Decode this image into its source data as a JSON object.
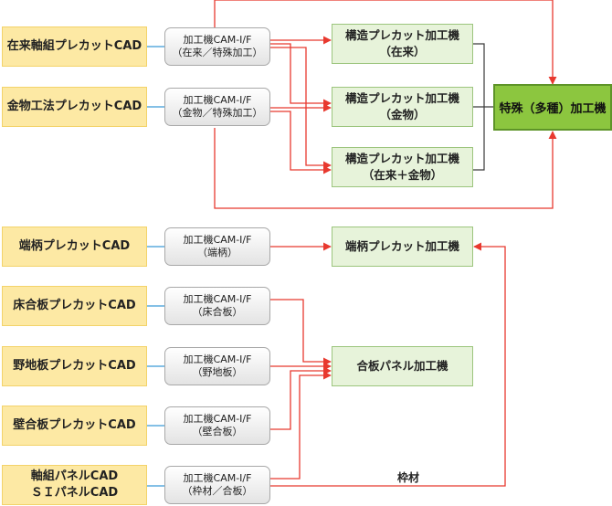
{
  "cad_sources": [
    {
      "label": "在来軸組プレカットCAD"
    },
    {
      "label": "金物工法プレカットCAD"
    },
    {
      "label": "端柄プレカットCAD"
    },
    {
      "label": "床合板プレカットCAD"
    },
    {
      "label": "野地板プレカットCAD"
    },
    {
      "label": "壁合板プレカットCAD"
    },
    {
      "label_line1": "軸組パネルCAD",
      "label_line2": "ＳＩパネルCAD"
    }
  ],
  "interfaces": [
    {
      "line1": "加工機CAM-I/F",
      "line2": "（在来／特殊加工）"
    },
    {
      "line1": "加工機CAM-I/F",
      "line2": "（金物／特殊加工）"
    },
    {
      "line1": "加工機CAM-I/F",
      "line2": "（端柄）"
    },
    {
      "line1": "加工機CAM-I/F",
      "line2": "（床合板）"
    },
    {
      "line1": "加工機CAM-I/F",
      "line2": "（野地板）"
    },
    {
      "line1": "加工機CAM-I/F",
      "line2": "（壁合板）"
    },
    {
      "line1": "加工機CAM-I/F",
      "line2": "（枠材／合板）"
    }
  ],
  "machines": {
    "structural_conventional": {
      "line1": "構造プレカット加工機",
      "line2": "（在来）"
    },
    "structural_hardware": {
      "line1": "構造プレカット加工機",
      "line2": "（金物）"
    },
    "structural_both": {
      "line1": "構造プレカット加工機",
      "line2": "（在来＋金物）"
    },
    "special": {
      "label": "特殊（多種）加工機"
    },
    "hagara": {
      "label": "端柄プレカット加工機"
    },
    "plywood_panel": {
      "label": "合板パネル加工機"
    }
  },
  "edge_labels": {
    "frame_material": "枠材"
  },
  "colors": {
    "arrow": "#e8392f",
    "connector_blue": "#3b9bd8",
    "merge_line": "#3a3a3a"
  }
}
